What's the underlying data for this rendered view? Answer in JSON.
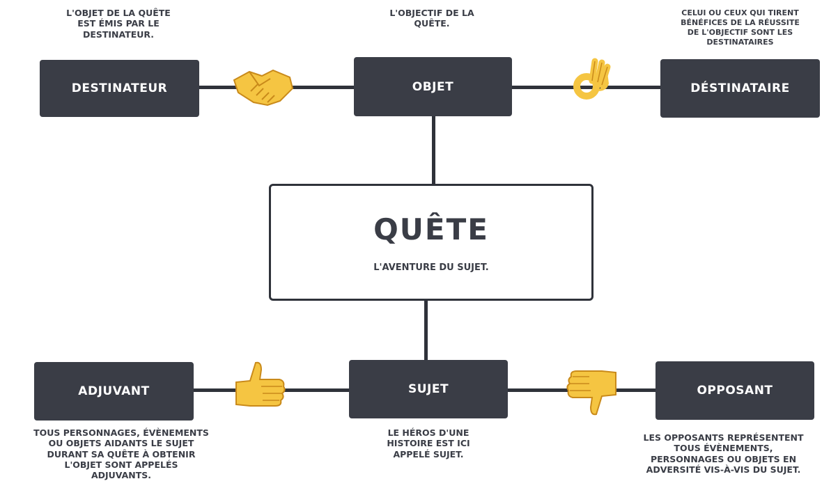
{
  "center": {
    "title": "QUÊTE",
    "subtitle": "L'AVENTURE DU SUJET."
  },
  "boxes": {
    "destinateur": "DESTINATEUR",
    "objet": "OBJET",
    "destinataire": "DÉSTINATAIRE",
    "adjuvant": "ADJUVANT",
    "sujet": "SUJET",
    "opposant": "OPPOSANT"
  },
  "captions": {
    "destinateur": [
      "L'OBJET DE LA QUÊTE",
      "EST ÉMIS PAR LE",
      "DESTINATEUR."
    ],
    "objet": [
      "L'OBJECTIF DE LA",
      "QUÊTE."
    ],
    "destinataire": [
      "CELUI OU CEUX QUI TIRENT",
      "BÉNÉFICES DE LA RÉUSSITE",
      "DE L'OBJECTIF SONT LES",
      "DESTINATAIRES"
    ],
    "adjuvant": [
      "TOUS PERSONNAGES, ÉVÈNEMENTS",
      "OU OBJETS AIDANTS LE SUJET",
      "DURANT SA QUÊTE À OBTENIR",
      "L'OBJET SONT APPELÉS",
      "ADJUVANTS."
    ],
    "sujet": [
      "LE HÉROS D'UNE",
      "HISTOIRE EST ICI",
      "APPELÉ SUJET."
    ],
    "opposant": [
      "LES OPPOSANTS REPRÉSENTENT",
      "TOUS ÉVÈNEMENTS,",
      "PERSONNAGES OU OBJETS EN",
      "ADVERSITÉ VIS-À-VIS DU SUJET."
    ]
  },
  "icons": {
    "handshake": "handshake-icon",
    "ok_hand": "ok-hand-icon",
    "thumbs_up": "thumbs-up-icon",
    "thumbs_down": "thumbs-down-icon"
  },
  "colors": {
    "box": "#3a3d46",
    "line": "#2f323a",
    "emoji": "#f5c542"
  }
}
